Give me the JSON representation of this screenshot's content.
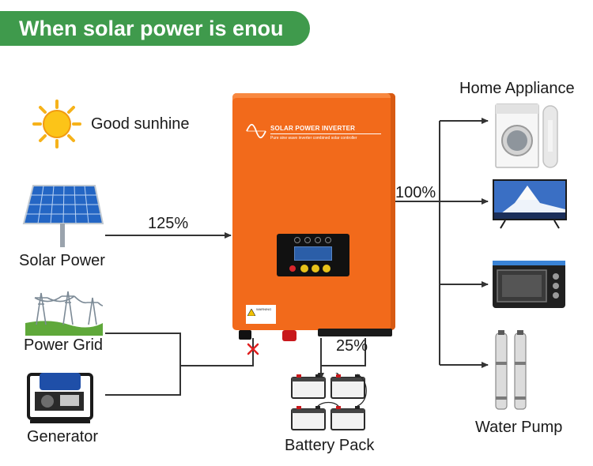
{
  "title": "When solar power is enou",
  "inputs": {
    "sun_label": "Good sunhine",
    "solar_label": "Solar Power",
    "solar_percent": "125%",
    "grid_label": "Power Grid",
    "generator_label": "Generator"
  },
  "inverter": {
    "brand": "SOLAR POWER INVERTER",
    "subtitle": "Pure sine wave inverter combined solar controller",
    "warning": "WARNING"
  },
  "outputs": {
    "appliance_label": "Home Appliance",
    "appliance_percent": "100%",
    "pump_label": "Water Pump"
  },
  "battery": {
    "label": "Battery Pack",
    "percent": "25%"
  },
  "colors": {
    "title_green": "#3f9a4c",
    "inverter_orange": "#f26a1b",
    "blocked_cross": "#e02020"
  }
}
